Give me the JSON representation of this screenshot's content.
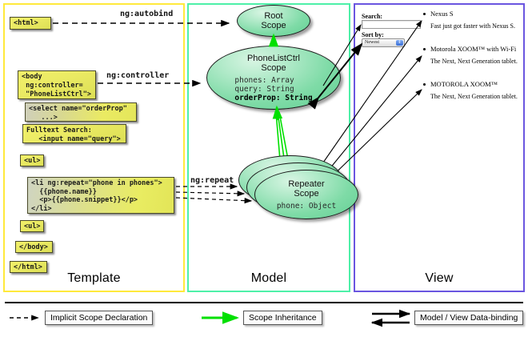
{
  "columns": {
    "template": {
      "title": "Template",
      "border_color": "#ffe93b"
    },
    "model": {
      "title": "Model",
      "border_color": "#4df0a8"
    },
    "view": {
      "title": "View",
      "border_color": "#6a55e0"
    }
  },
  "template": {
    "boxes": [
      {
        "name": "html-open-tag",
        "text": "<html>"
      },
      {
        "name": "body-tag",
        "text": "<body\n ng:controller=\n \"PhoneListCtrl\">"
      },
      {
        "name": "select-tag",
        "text": "<select name=\"orderProp\"\n   ...>"
      },
      {
        "name": "fulltext-search",
        "text": "Fulltext Search:\n   <input name=\"query\">"
      },
      {
        "name": "ul-open-tag",
        "text": "<ul>"
      },
      {
        "name": "li-repeat",
        "text": "<li ng:repeat=\"phone in phones\">\n  {{phone.name}}\n  <p>{{phone.snippet}}</p>\n</li>"
      },
      {
        "name": "ul-close-tag",
        "text": "<ul>"
      },
      {
        "name": "body-close-tag",
        "text": "</body>"
      },
      {
        "name": "html-close-tag",
        "text": "</html>"
      }
    ]
  },
  "model": {
    "scopes": [
      {
        "name": "root-scope",
        "title": "Root\nScope",
        "props": ""
      },
      {
        "name": "phonelistctrl-scope",
        "title": "PhoneListCtrl\nScope",
        "props_plain": "phones: Array\nquery: String\n",
        "props_bold": "orderProp: String"
      },
      {
        "name": "repeater-scope",
        "title": "Repeater\nScope",
        "props": "phone: Object"
      }
    ]
  },
  "view": {
    "search_label": "Search:",
    "search_value": "",
    "sort_label": "Sort by:",
    "sort_selected": "Newest",
    "sort_options": [
      "Newest"
    ],
    "phones": [
      {
        "name": "Nexus S",
        "snippet": "Fast just got faster with Nexus S."
      },
      {
        "name": "Motorola XOOM™  with Wi-Fi",
        "snippet": "The Next, Next Generation tablet."
      },
      {
        "name": "MOTOROLA XOOM™",
        "snippet": "The Next, Next Generation tablet."
      }
    ]
  },
  "connectors": {
    "autobind": "ng:autobind",
    "controller": "ng:controller",
    "repeat": "ng:repeat"
  },
  "legend": {
    "items": [
      {
        "name": "implicit-scope-declaration",
        "label": "Implicit Scope Declaration",
        "style": "dashed-arrow",
        "color": "#000000"
      },
      {
        "name": "scope-inheritance",
        "label": "Scope Inheritance",
        "style": "solid-arrow",
        "color": "#00e000"
      },
      {
        "name": "model-view-data-binding",
        "label": "Model / View Data-binding",
        "style": "double-arrow",
        "color": "#000000"
      }
    ]
  }
}
